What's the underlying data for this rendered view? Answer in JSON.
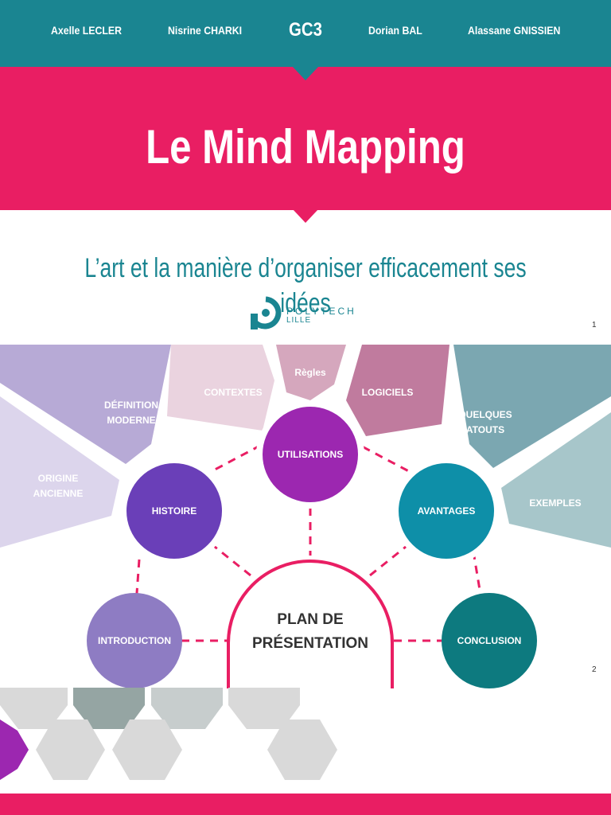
{
  "header": {
    "authors": [
      "Axelle LECLER",
      "Nisrine CHARKI",
      "Dorian BAL",
      "Alassane GNISSIEN"
    ],
    "group": "GC3"
  },
  "slide1": {
    "title": "Le Mind Mapping",
    "subtitle": "L’art et la manière d’organiser efficacement ses idées",
    "logo_text": "POLYTECH",
    "logo_sub": "LILLE",
    "page_number": "1"
  },
  "slide2": {
    "center_line1": "PLAN DE",
    "center_line2": "PRÉSENTATION",
    "nodes": {
      "introduction": "INTRODUCTION",
      "histoire": "HISTOIRE",
      "utilisations": "UTILISATIONS",
      "avantages": "AVANTAGES",
      "conclusion": "CONCLUSION"
    },
    "rays": {
      "origine": [
        "ORIGINE",
        "ANCIENNE"
      ],
      "definition": [
        "DÉFINITION",
        "MODERNE"
      ],
      "contextes": "CONTEXTES",
      "regles": "Règles",
      "logiciels": "LOGICIELS",
      "atouts": [
        "QUELQUES",
        "ATOUTS"
      ],
      "exemples": "EXEMPLES"
    },
    "page_number": "2"
  },
  "colors": {
    "teal": "#1a8591",
    "pink": "#e91e63",
    "purple_dark": "#6a3fb8",
    "purple": "#9c27b0",
    "lavender": "#8e7cc3",
    "teal_blue": "#0e8fa8",
    "dark_teal": "#0d7a7f"
  }
}
